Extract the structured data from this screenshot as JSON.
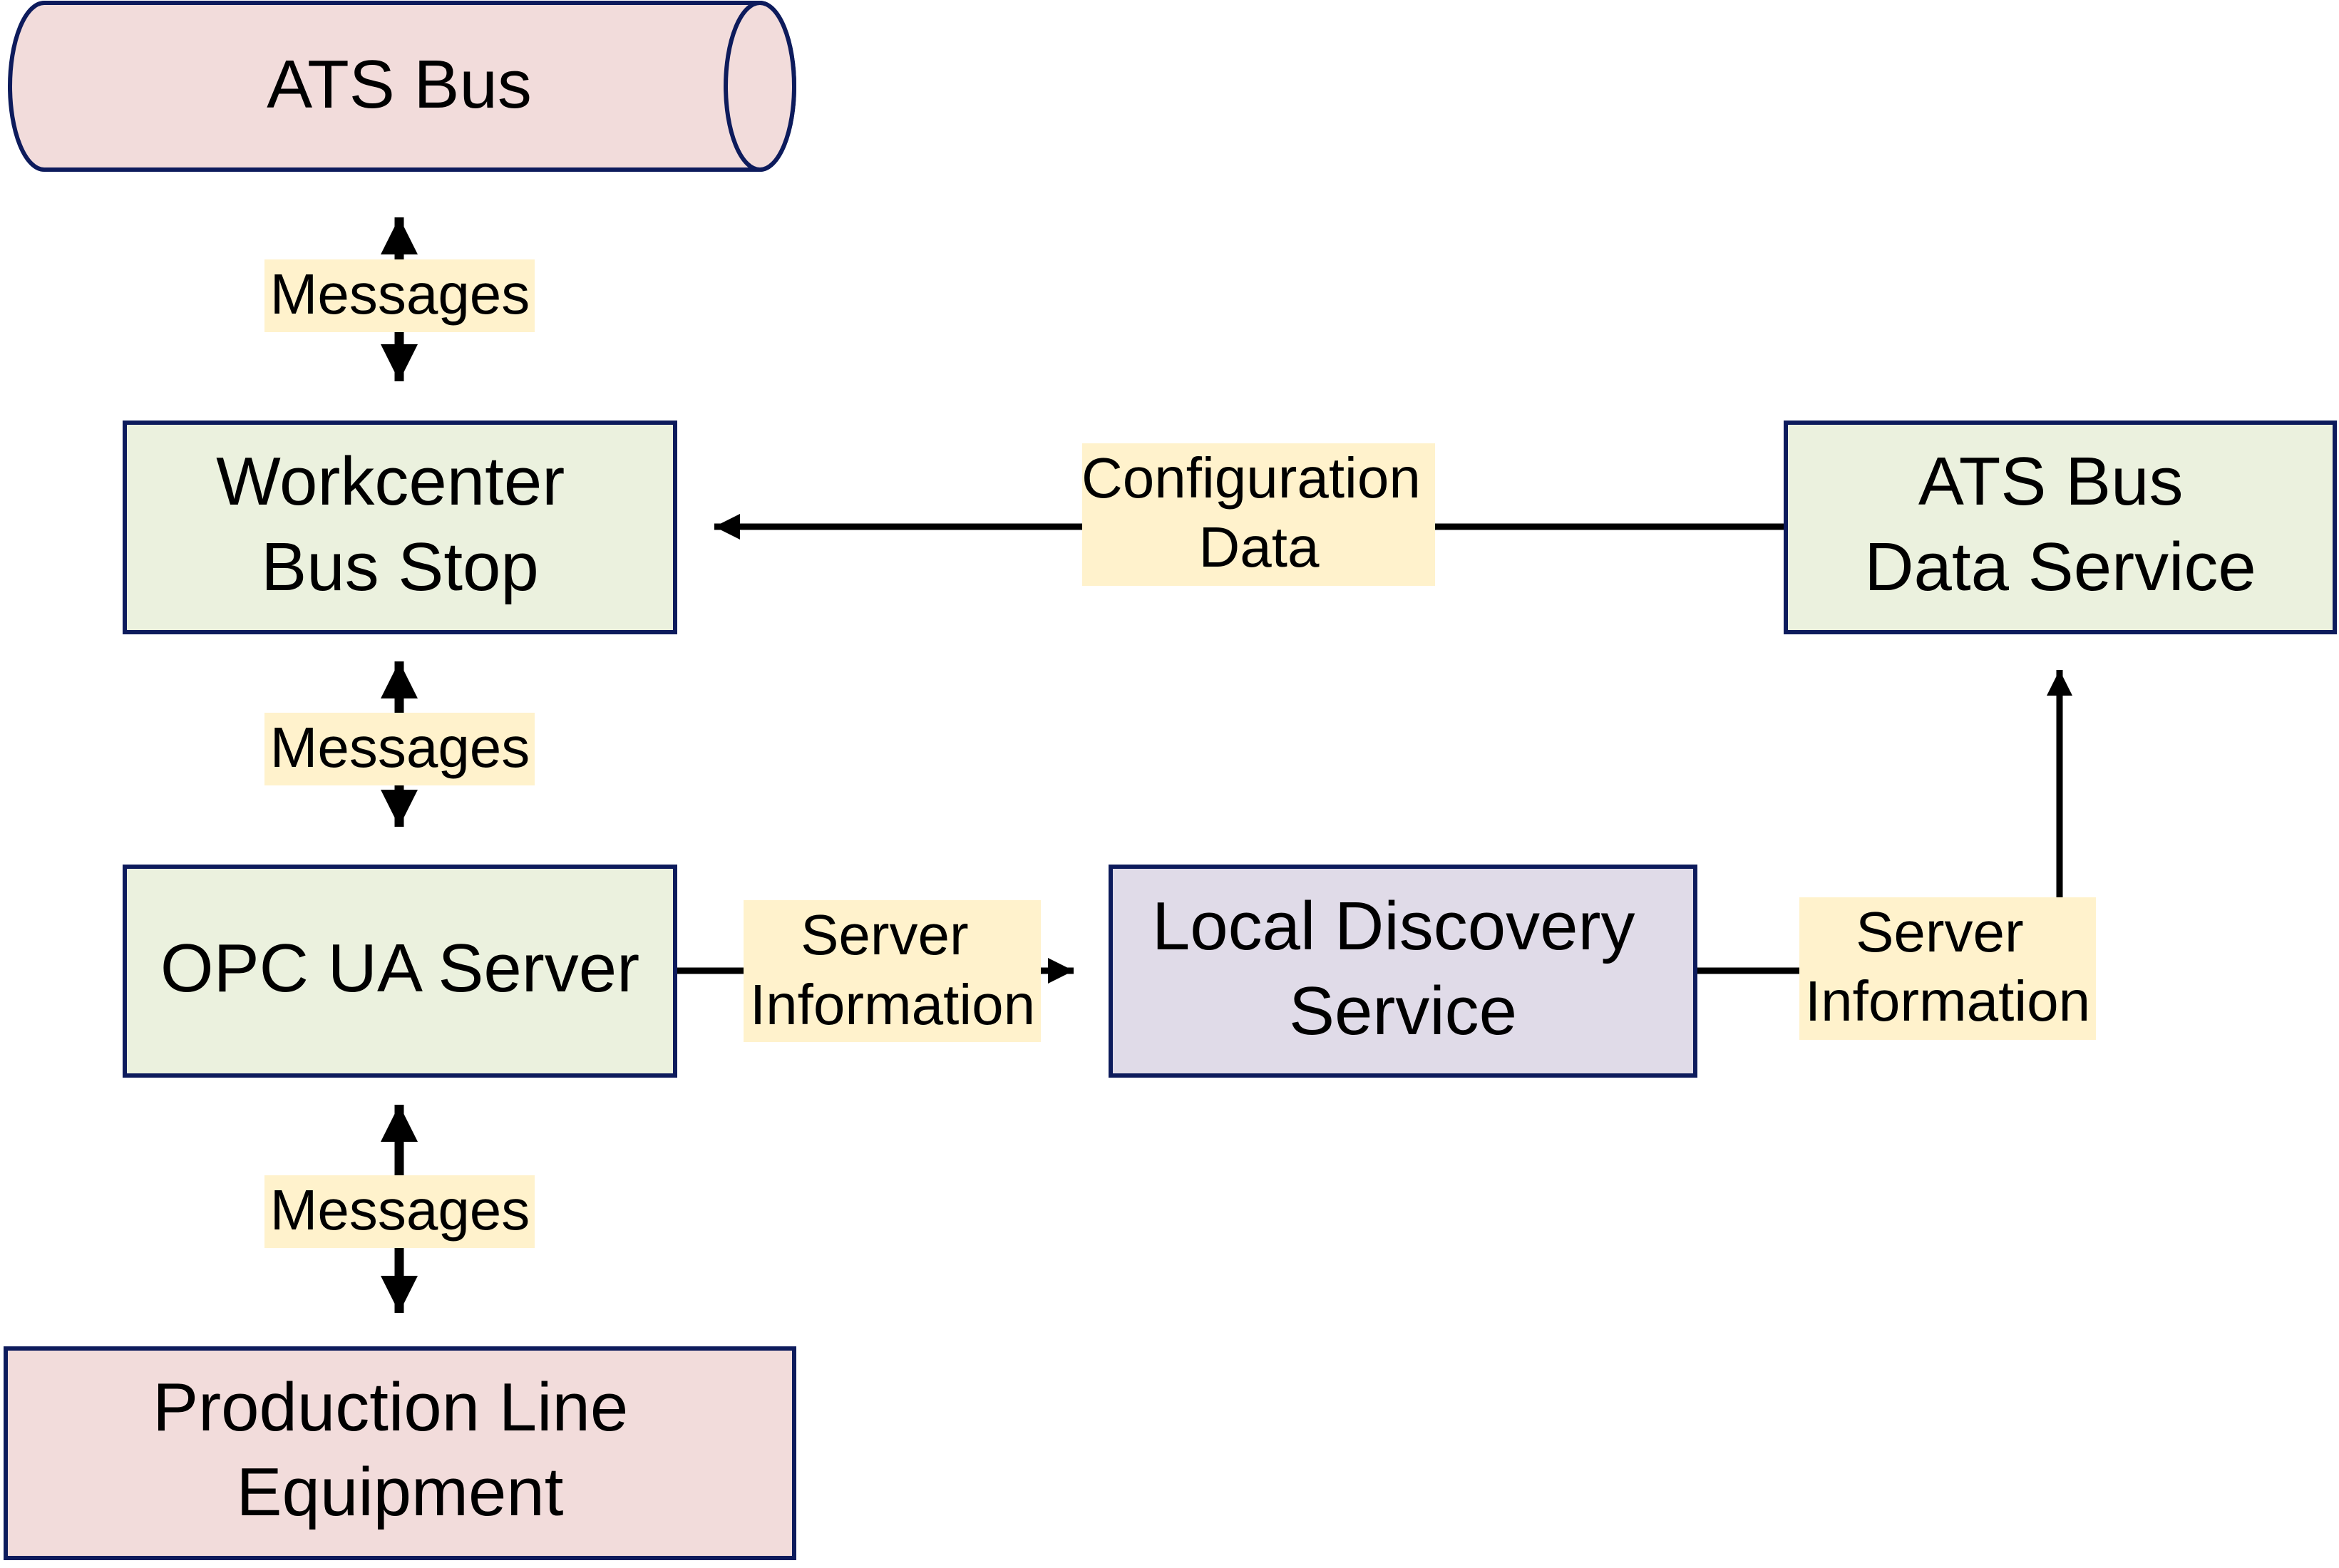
{
  "nodes": {
    "ats_bus": {
      "lines": [
        "ATS Bus"
      ]
    },
    "workcenter": {
      "lines": [
        "Workcenter",
        "Bus Stop"
      ]
    },
    "ats_data_service": {
      "lines": [
        "ATS Bus",
        "Data Service"
      ]
    },
    "opc_server": {
      "lines": [
        "OPC UA Server"
      ]
    },
    "lds": {
      "lines": [
        "Local Discovery",
        "Service"
      ]
    },
    "production": {
      "lines": [
        "Production Line",
        "Equipment"
      ]
    }
  },
  "edges": {
    "bus_workcenter": {
      "lines": [
        "Messages"
      ]
    },
    "workcenter_opc": {
      "lines": [
        "Messages"
      ]
    },
    "opc_production": {
      "lines": [
        "Messages"
      ]
    },
    "config": {
      "lines": [
        "Configuration",
        "Data"
      ]
    },
    "opc_lds": {
      "lines": [
        "Server",
        "Information"
      ]
    },
    "lds_service": {
      "lines": [
        "Server",
        "Information"
      ]
    }
  },
  "colors": {
    "pink_fill": "#f2dcdb",
    "green_fill": "#ebf1de",
    "purple_fill": "#e0dbe8",
    "border": "#0d1b5c",
    "label_bg": "#fff2cc",
    "arrow": "#000000"
  }
}
